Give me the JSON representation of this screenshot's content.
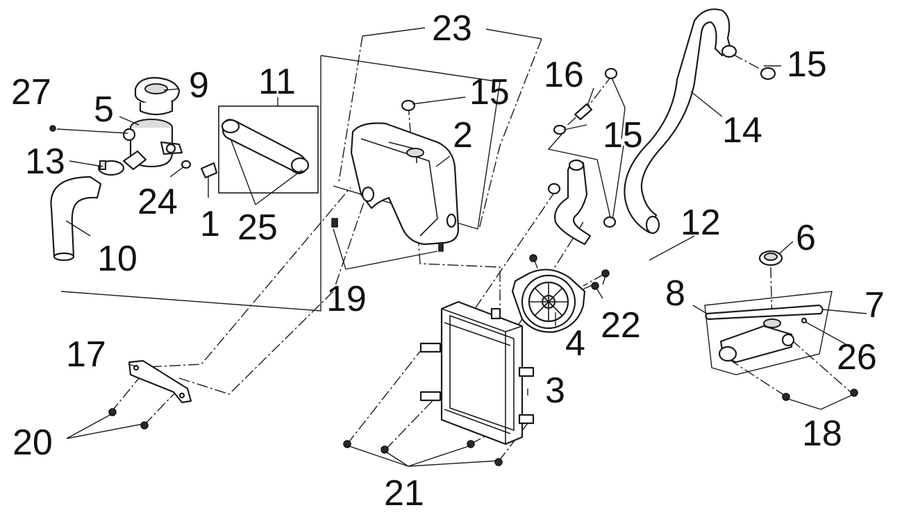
{
  "diagram": {
    "callouts": {
      "p1": "1",
      "p2": "2",
      "p3": "3",
      "p4": "4",
      "p5": "5",
      "p6": "6",
      "p7": "7",
      "p8": "8",
      "p9": "9",
      "p10": "10",
      "p11": "11",
      "p12": "12",
      "p13": "13",
      "p14": "14",
      "p15a": "15",
      "p15b": "15",
      "p15c": "15",
      "p16": "16",
      "p17": "17",
      "p18": "18",
      "p19": "19",
      "p20": "20",
      "p21": "21",
      "p22": "22",
      "p23": "23",
      "p24": "24",
      "p25": "25",
      "p26": "26",
      "p27": "27"
    }
  }
}
